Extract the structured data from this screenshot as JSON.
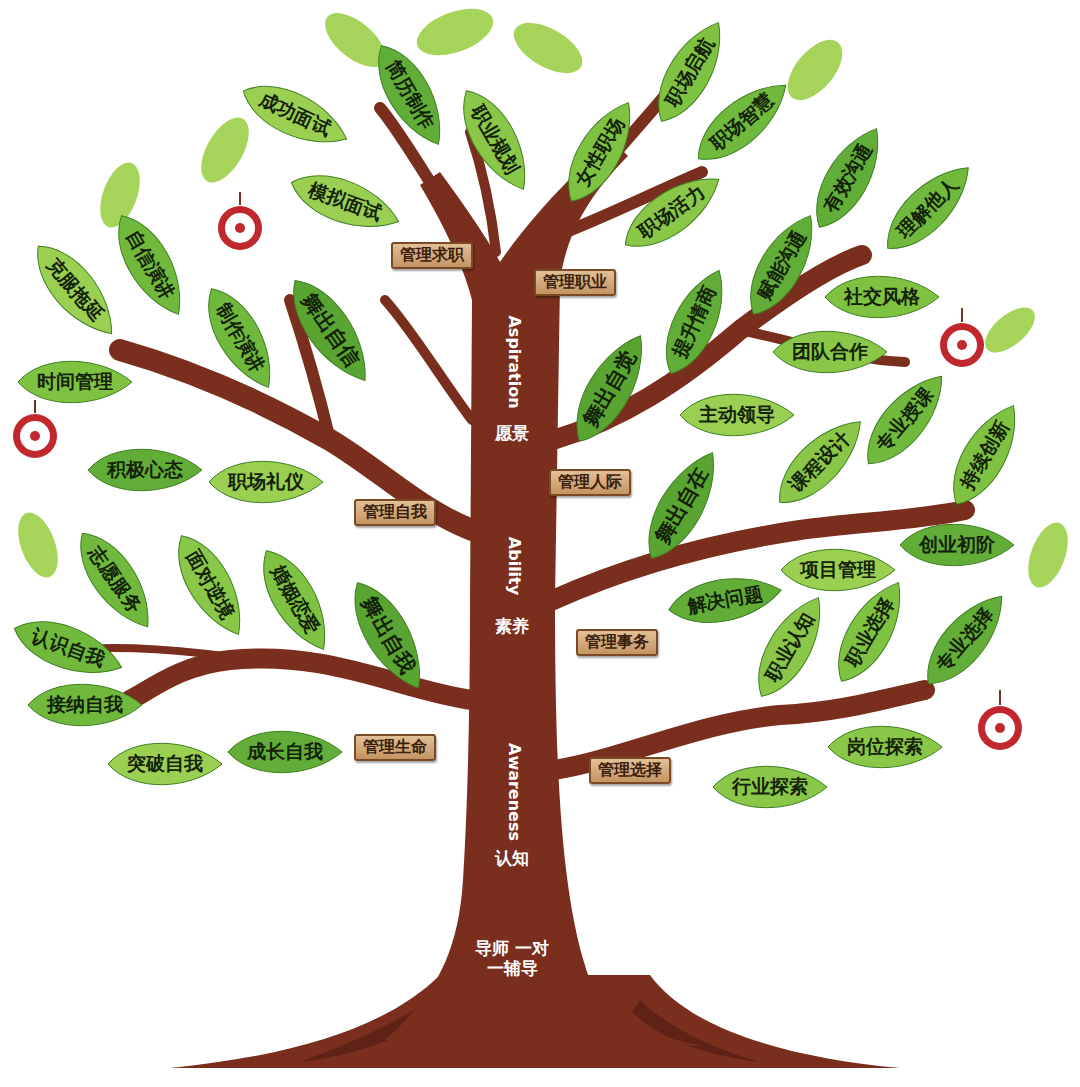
{
  "diagram": {
    "nodes": [
      {
        "text": [
          "职场启航"
        ]
      },
      {
        "text": [
          "简历制作"
        ]
      },
      {
        "text": [
          "成功面试"
        ]
      },
      {
        "text": [
          "职场智慧"
        ]
      },
      {
        "text": [
          "职业规划"
        ]
      },
      {
        "text": [
          "女性职场"
        ]
      },
      {
        "text": [
          "有效沟通"
        ]
      },
      {
        "text": [
          "模拟面试"
        ]
      },
      {
        "text": [
          "理解他人"
        ]
      },
      {
        "text": [
          "职场活力"
        ]
      },
      {
        "text": [
          "管理求职"
        ]
      },
      {
        "text": [
          "赋能沟通"
        ]
      },
      {
        "text": [
          "克服拖延"
        ]
      },
      {
        "text": [
          "自信演讲"
        ]
      },
      {
        "text": [
          "管理职业"
        ]
      },
      {
        "text": [
          "社交风格"
        ]
      },
      {
        "text": [
          "提升情商"
        ]
      },
      {
        "text": [
          "舞出自信"
        ]
      },
      {
        "text": [
          "制作演讲"
        ]
      },
      {
        "text": [
          "团队合作"
        ]
      },
      {
        "text": [
          "时间管理"
        ]
      },
      {
        "text": [
          "舞出自觉"
        ]
      },
      {
        "text": [
          "主动领导"
        ]
      },
      {
        "text": [
          "专业授课"
        ]
      },
      {
        "text": [
          "课程设计"
        ]
      },
      {
        "text": [
          "持续创新"
        ]
      },
      {
        "text": [
          "积极心态"
        ]
      },
      {
        "text": [
          "职场礼仪"
        ]
      },
      {
        "text": [
          "管理人际"
        ]
      },
      {
        "text": [
          "舞出自在"
        ]
      },
      {
        "text": [
          "管理自我"
        ]
      },
      {
        "text": [
          "创业初阶"
        ]
      },
      {
        "text": [
          "项目管理"
        ]
      },
      {
        "text": [
          "志愿服务"
        ]
      },
      {
        "text": [
          "面对逆境"
        ]
      },
      {
        "text": [
          "婚姻恋爱"
        ]
      },
      {
        "text": [
          "解决问题"
        ]
      },
      {
        "text": [
          "舞出自我"
        ]
      },
      {
        "text": [
          "认识自我"
        ]
      },
      {
        "text": [
          "职业认知"
        ]
      },
      {
        "text": [
          "职业选择"
        ]
      },
      {
        "text": [
          "专业选择"
        ]
      },
      {
        "text": [
          "管理事务"
        ]
      },
      {
        "text": [
          "接纳自我"
        ]
      },
      {
        "text": [
          "岗位探索"
        ]
      },
      {
        "text": [
          "管理生命"
        ]
      },
      {
        "text": [
          "成长自我"
        ]
      },
      {
        "text": [
          "突破自我"
        ]
      },
      {
        "text": [
          "管理选择"
        ]
      },
      {
        "text": [
          "行业探索"
        ]
      }
    ],
    "labels": [
      "Aspiration",
      "愿景",
      "Ability",
      "素养",
      "Awareness",
      "认知",
      "导师 一对一辅导"
    ]
  }
}
